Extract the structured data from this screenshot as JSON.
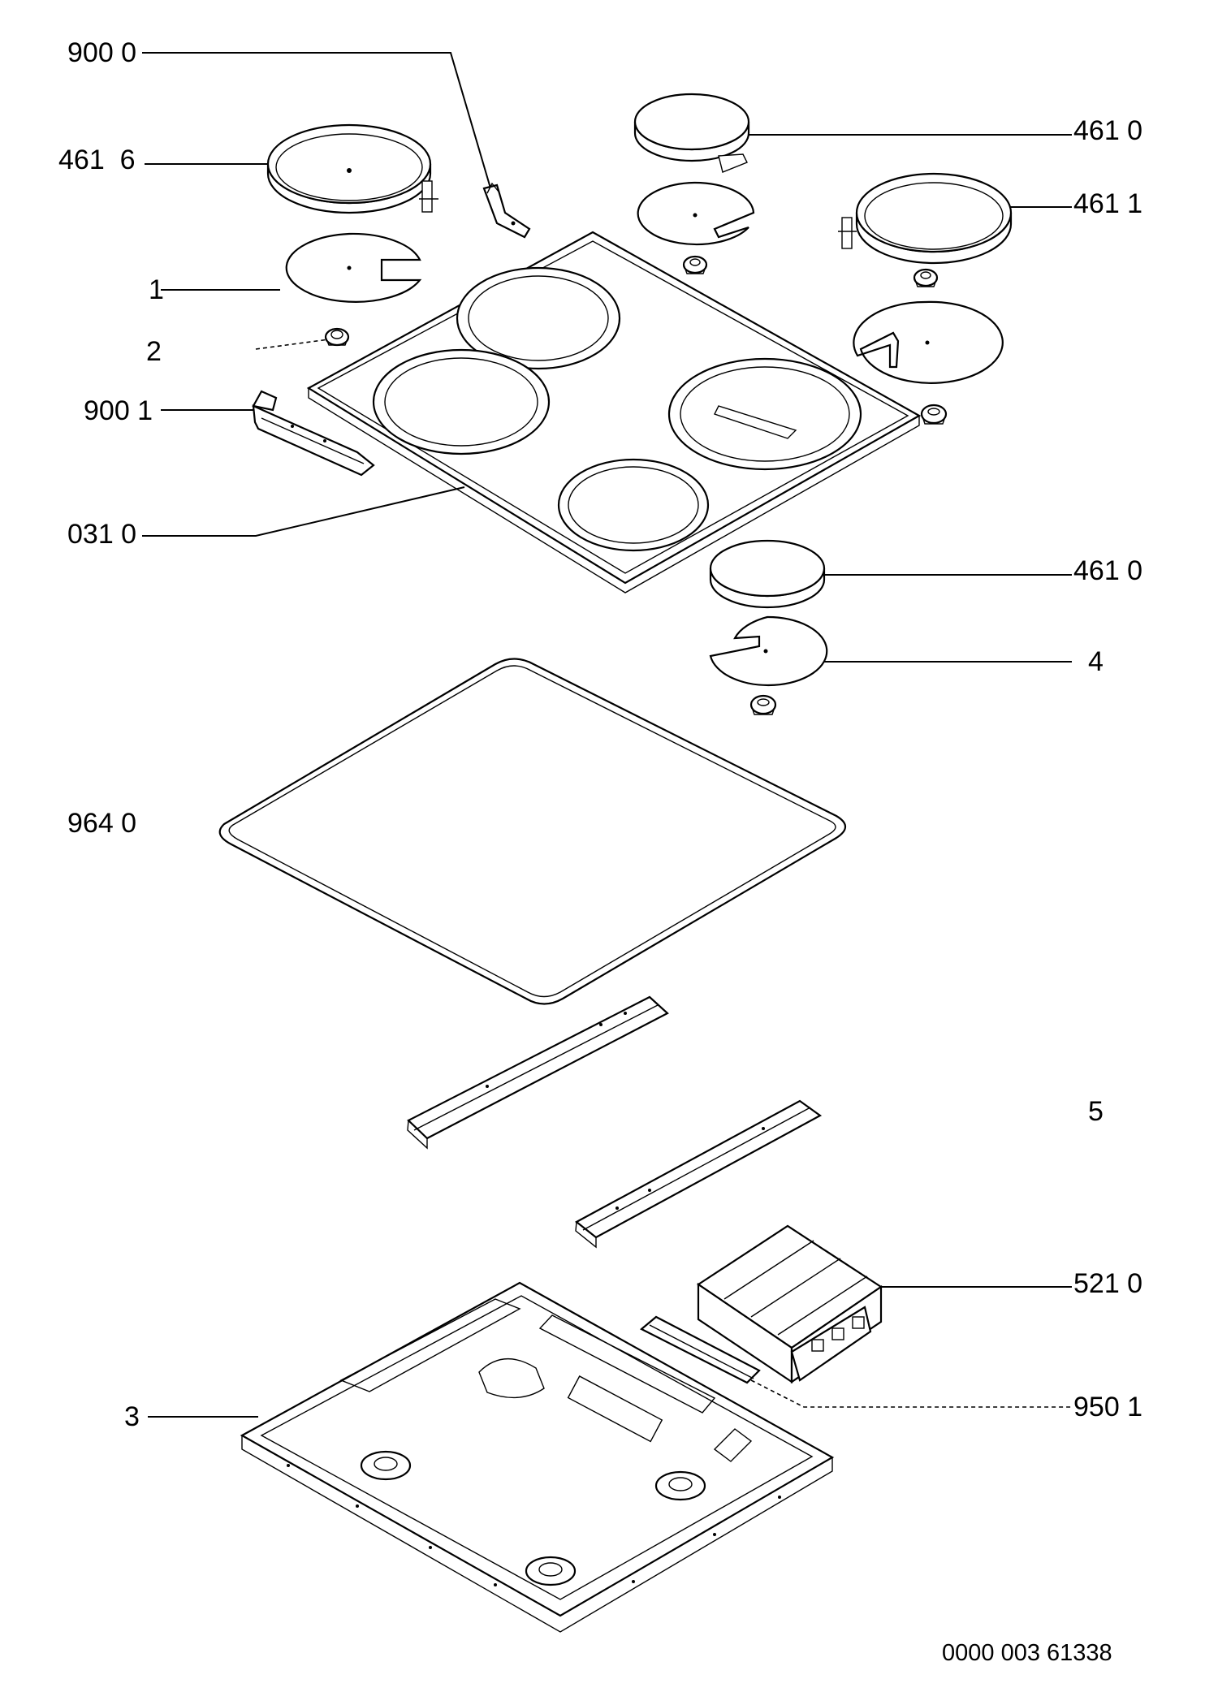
{
  "labels": {
    "p9000": "900 0",
    "p4616": "461  6",
    "p1": "1",
    "p2": "2",
    "p9001": "900 1",
    "p0310": "031 0",
    "p4610_top": "461 0",
    "p4611": "461 1",
    "p4610_mid": "461 0",
    "p4": "4",
    "p9640": "964 0",
    "p5": "5",
    "p5210": "521 0",
    "p9501": "950 1",
    "p3": "3"
  },
  "document_number": "0000 003 61338"
}
